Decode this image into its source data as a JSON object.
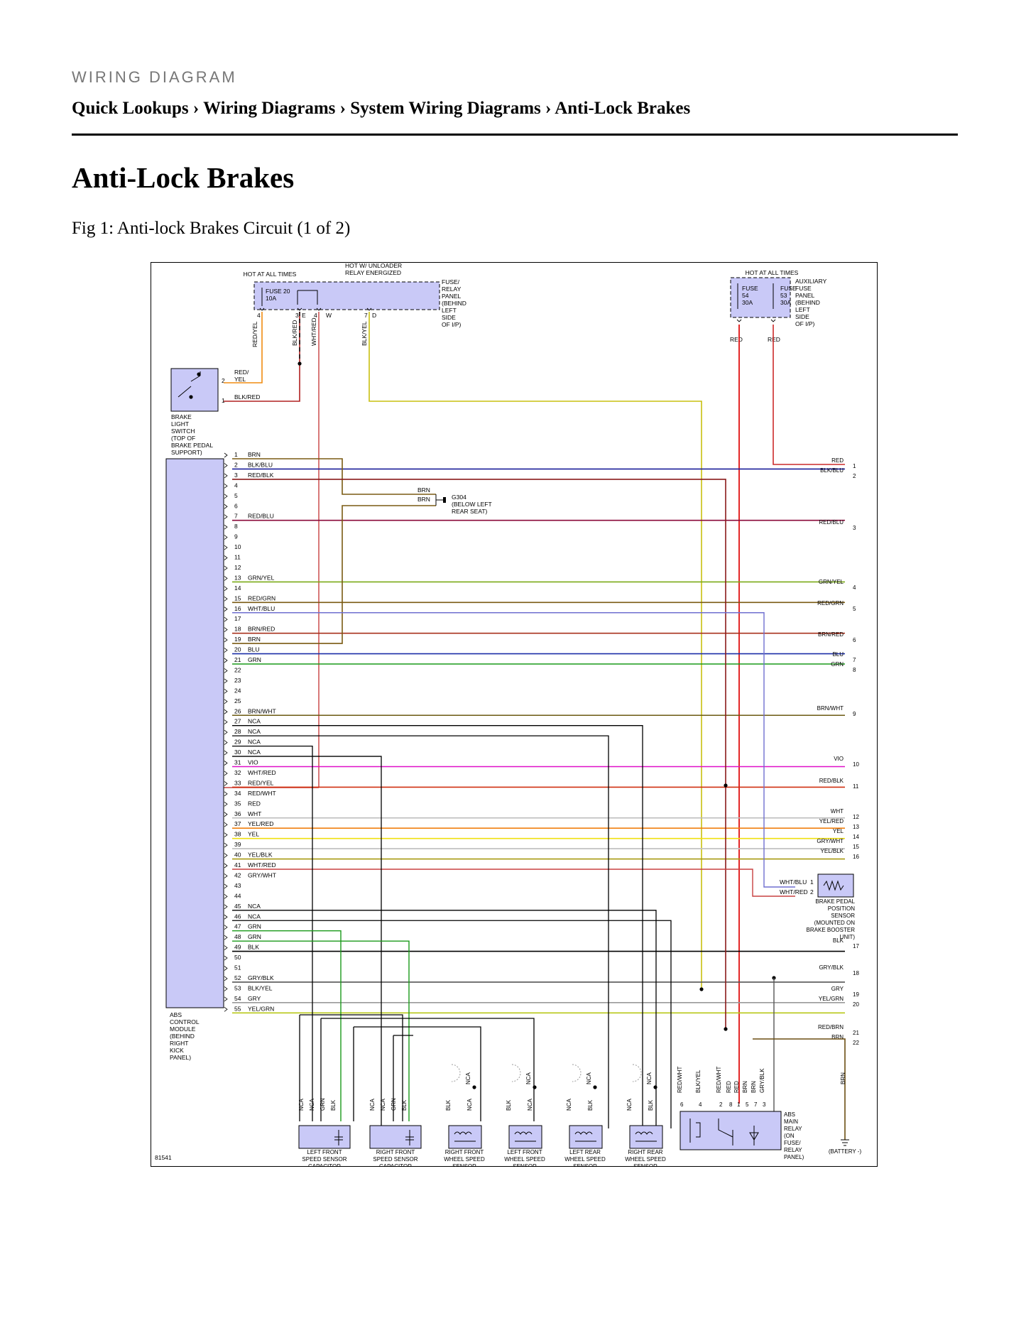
{
  "header": {
    "kicker": "WIRING DIAGRAM",
    "breadcrumb": [
      "Quick Lookups",
      "Wiring Diagrams",
      "System Wiring Diagrams",
      "Anti-Lock Brakes"
    ],
    "separator": "›",
    "title": "Anti-Lock Brakes",
    "caption": "Fig 1: Anti-lock Brakes Circuit (1 of 2)"
  },
  "diagram": {
    "id": "81541",
    "top_labels": {
      "hot1": "HOT AT ALL TIMES",
      "hot_unloader": [
        "HOT W/ UNLOADER",
        "RELAY ENERGIZED"
      ],
      "hot2": "HOT AT ALL TIMES"
    },
    "fuse20": {
      "name": "FUSE 20",
      "rating": "10A",
      "pins": [
        "4",
        "3",
        "E",
        "4",
        "W",
        "7",
        "D"
      ]
    },
    "fuse_panel": [
      "FUSE/",
      "RELAY",
      "PANEL",
      "(BEHIND",
      "LEFT",
      "SIDE",
      "OF I/P)"
    ],
    "aux_panel": [
      "AUXILIARY",
      "FUSE",
      "PANEL",
      "(BEHIND",
      "LEFT",
      "SIDE",
      "OF I/P)"
    ],
    "fuse54": {
      "name": "FUSE",
      "num": "54",
      "rating": "30A"
    },
    "fuse53": {
      "name": "FUSE",
      "num": "53",
      "rating": "30A"
    },
    "aux_out": [
      "RED",
      "RED"
    ],
    "fuse_wires": [
      "RED/YEL",
      "BLK/RED",
      "WHT/RED",
      "BLK/YEL"
    ],
    "brake_switch": {
      "pins": [
        "2",
        "1"
      ],
      "wire_red_yel": [
        "RED/",
        "YEL"
      ],
      "wire_blk_red": "BLK/RED",
      "label": [
        "BRAKE",
        "LIGHT",
        "SWITCH",
        "(TOP OF",
        "BRAKE PEDAL",
        "SUPPORT)"
      ]
    },
    "ground": {
      "name": "G304",
      "loc": [
        "(BELOW LEFT",
        "REAR SEAT)"
      ],
      "wire1": "BRN",
      "wire2": "BRN"
    },
    "abs_module": [
      "ABS",
      "CONTROL",
      "MODULE",
      "(BEHIND",
      "RIGHT",
      "KICK",
      "PANEL)"
    ],
    "module_pins": [
      {
        "n": "1",
        "w": "BRN",
        "c": "#6b4e12"
      },
      {
        "n": "2",
        "w": "BLK/BLU",
        "c": "#1b1f9a"
      },
      {
        "n": "3",
        "w": "RED/BLK",
        "c": "#8a1a1a"
      },
      {
        "n": "4",
        "w": "",
        "c": ""
      },
      {
        "n": "5",
        "w": "",
        "c": ""
      },
      {
        "n": "6",
        "w": "",
        "c": ""
      },
      {
        "n": "7",
        "w": "RED/BLU",
        "c": "#8a0a3a"
      },
      {
        "n": "8",
        "w": "",
        "c": ""
      },
      {
        "n": "9",
        "w": "",
        "c": ""
      },
      {
        "n": "10",
        "w": "",
        "c": ""
      },
      {
        "n": "11",
        "w": "",
        "c": ""
      },
      {
        "n": "12",
        "w": "",
        "c": ""
      },
      {
        "n": "13",
        "w": "GRN/YEL",
        "c": "#7aaa18"
      },
      {
        "n": "14",
        "w": "",
        "c": ""
      },
      {
        "n": "15",
        "w": "RED/GRN",
        "c": "#7a5a12"
      },
      {
        "n": "16",
        "w": "WHT/BLU",
        "c": "#6f6fd0"
      },
      {
        "n": "17",
        "w": "",
        "c": ""
      },
      {
        "n": "18",
        "w": "BRN/RED",
        "c": "#a8301c"
      },
      {
        "n": "19",
        "w": "BRN",
        "c": "#7a5a12"
      },
      {
        "n": "20",
        "w": "BLU",
        "c": "#1b2fa8"
      },
      {
        "n": "21",
        "w": "GRN",
        "c": "#1a9a1a"
      },
      {
        "n": "22",
        "w": "",
        "c": ""
      },
      {
        "n": "23",
        "w": "",
        "c": ""
      },
      {
        "n": "24",
        "w": "",
        "c": ""
      },
      {
        "n": "25",
        "w": "",
        "c": ""
      },
      {
        "n": "26",
        "w": "BRN/WHT",
        "c": "#6b5a12"
      },
      {
        "n": "27",
        "w": "NCA",
        "c": "#000"
      },
      {
        "n": "28",
        "w": "NCA",
        "c": "#000"
      },
      {
        "n": "29",
        "w": "NCA",
        "c": "#000"
      },
      {
        "n": "30",
        "w": "NCA",
        "c": "#000"
      },
      {
        "n": "31",
        "w": "VIO",
        "c": "#e010c8"
      },
      {
        "n": "32",
        "w": "WHT/RED",
        "c": "#c84040"
      },
      {
        "n": "33",
        "w": "RED/YEL",
        "c": "#d03010"
      },
      {
        "n": "34",
        "w": "RED/WHT",
        "c": "#d07070"
      },
      {
        "n": "35",
        "w": "RED",
        "c": "#e01010"
      },
      {
        "n": "36",
        "w": "WHT",
        "c": "#bbbbbb"
      },
      {
        "n": "37",
        "w": "YEL/RED",
        "c": "#f08010"
      },
      {
        "n": "38",
        "w": "YEL",
        "c": "#f0e010"
      },
      {
        "n": "39",
        "w": "",
        "c": ""
      },
      {
        "n": "40",
        "w": "YEL/BLK",
        "c": "#a89a10"
      },
      {
        "n": "41",
        "w": "WHT/RED",
        "c": "#c84040"
      },
      {
        "n": "42",
        "w": "GRY/WHT",
        "c": "#999999"
      },
      {
        "n": "43",
        "w": "",
        "c": ""
      },
      {
        "n": "44",
        "w": "",
        "c": ""
      },
      {
        "n": "45",
        "w": "NCA",
        "c": "#000"
      },
      {
        "n": "46",
        "w": "NCA",
        "c": "#000"
      },
      {
        "n": "47",
        "w": "GRN",
        "c": "#1a9a1a"
      },
      {
        "n": "48",
        "w": "GRN",
        "c": "#1a9a1a"
      },
      {
        "n": "49",
        "w": "BLK",
        "c": "#000"
      },
      {
        "n": "50",
        "w": "",
        "c": ""
      },
      {
        "n": "51",
        "w": "",
        "c": ""
      },
      {
        "n": "52",
        "w": "GRY/BLK",
        "c": "#555555"
      },
      {
        "n": "53",
        "w": "BLK/YEL",
        "c": "#8a7a10"
      },
      {
        "n": "54",
        "w": "GRY",
        "c": "#9a9a9a"
      },
      {
        "n": "55",
        "w": "YEL/GRN",
        "c": "#b8c818"
      }
    ],
    "right_wires": [
      {
        "w": "RED",
        "n": "1",
        "c": "#cc2a2a"
      },
      {
        "w": "BLK/BLU",
        "n": "2",
        "c": "#1b1f9a"
      },
      {
        "w": "RED/BLU",
        "n": "3",
        "c": "#8a0a3a"
      },
      {
        "w": "GRN/YEL",
        "n": "4",
        "c": "#7aaa18"
      },
      {
        "w": "RED/GRN",
        "n": "5",
        "c": "#7a5a12"
      },
      {
        "w": "BRN/RED",
        "n": "6",
        "c": "#a8301c"
      },
      {
        "w": "BLU",
        "n": "7",
        "c": "#1b2fa8"
      },
      {
        "w": "GRN",
        "n": "8",
        "c": "#1a9a1a"
      },
      {
        "w": "BRN/WHT",
        "n": "9",
        "c": "#6b5a12"
      },
      {
        "w": "VIO",
        "n": "10",
        "c": "#e010c8"
      },
      {
        "w": "RED/BLK",
        "n": "11",
        "c": "#8a1a1a"
      },
      {
        "w": "WHT",
        "n": "12",
        "c": "#bbbbbb"
      },
      {
        "w": "YEL/RED",
        "n": "13",
        "c": "#f08010"
      },
      {
        "w": "YEL",
        "n": "14",
        "c": "#f0e010"
      },
      {
        "w": "GRY/WHT",
        "n": "15",
        "c": "#999999"
      },
      {
        "w": "YEL/BLK",
        "n": "16",
        "c": "#a89a10"
      },
      {
        "w": "BLK",
        "n": "17",
        "c": "#000"
      },
      {
        "w": "GRY/BLK",
        "n": "18",
        "c": "#555555"
      },
      {
        "w": "GRY",
        "n": "19",
        "c": "#9a9a9a"
      },
      {
        "w": "YEL/GRN",
        "n": "20",
        "c": "#b8c818"
      },
      {
        "w": "RED/BRN",
        "n": "21",
        "c": "#8a2a1a"
      },
      {
        "w": "BRN",
        "n": "22",
        "c": "#6b4e12"
      }
    ],
    "pedal_sensor": {
      "wires": [
        "WHT/BLU",
        "WHT/RED"
      ],
      "pins": [
        "1",
        "2"
      ],
      "label": [
        "BRAKE PEDAL",
        "POSITION",
        "SENSOR",
        "(MOUNTED ON",
        "BRAKE BOOSTER",
        "UNIT)"
      ]
    },
    "bottom_components": [
      {
        "wires": [
          "NCA",
          "NCA",
          "GRN",
          "BLK"
        ],
        "label": [
          "LEFT FRONT",
          "SPEED SENSOR",
          "CAPACITOR"
        ]
      },
      {
        "wires": [
          "NCA",
          "NCA",
          "GRN",
          "BLK"
        ],
        "label": [
          "RIGHT FRONT",
          "SPEED SENSOR",
          "CAPACITOR"
        ]
      },
      {
        "wires": [
          "BLK",
          "NCA"
        ],
        "top": "NCA",
        "label": [
          "RIGHT FRONT",
          "WHEEL SPEED",
          "SENSOR"
        ]
      },
      {
        "wires": [
          "BLK",
          "NCA"
        ],
        "top": "NCA",
        "label": [
          "LEFT FRONT",
          "WHEEL SPEED",
          "SENSOR"
        ]
      },
      {
        "wires": [
          "NCA",
          "BLK"
        ],
        "top": "NCA",
        "label": [
          "LEFT REAR",
          "WHEEL SPEED",
          "SENSOR"
        ]
      },
      {
        "wires": [
          "NCA",
          "BLK"
        ],
        "top": "NCA",
        "label": [
          "RIGHT REAR",
          "WHEEL SPEED",
          "SENSOR"
        ]
      }
    ],
    "relay": {
      "wires": [
        "RED/WHT",
        "BLK/YEL",
        "RED/WHT",
        "RED",
        "RED",
        "BRN",
        "BRN",
        "GRY/BLK"
      ],
      "pins": [
        "6",
        "4",
        "2",
        "8",
        "1",
        "5",
        "7",
        "3"
      ],
      "label": [
        "ABS",
        "MAIN",
        "RELAY",
        "(ON",
        "FUSE/",
        "RELAY",
        "PANEL)"
      ]
    },
    "battery": {
      "wire": "BRN",
      "label": "(BATTERY -)"
    }
  }
}
